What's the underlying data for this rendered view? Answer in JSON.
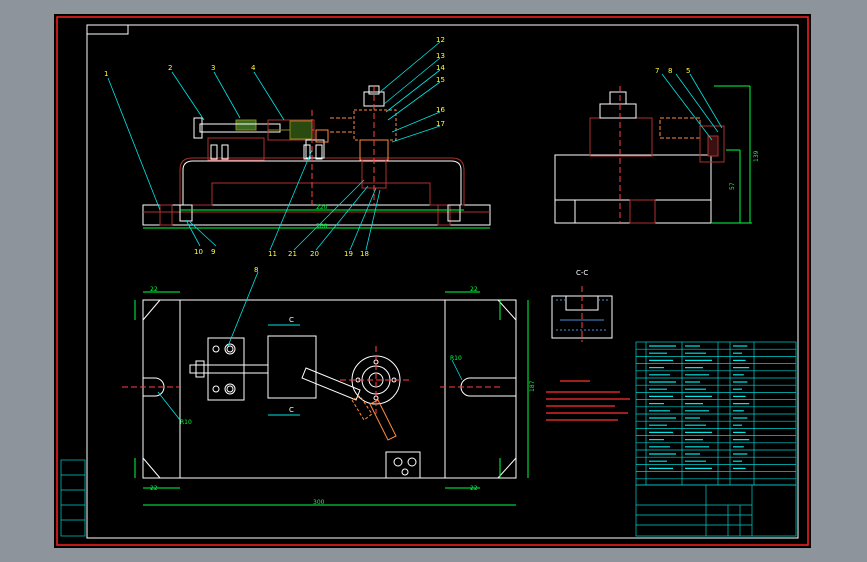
{
  "colors": {
    "frame": "#ff2020",
    "line": "#ffffff",
    "part": "#b03030",
    "leader": "#00e5e5",
    "dimension": "#00ff40",
    "label": "#ffff40",
    "center": "#ff4040",
    "hatch": "#4a90d8",
    "table": "#00d0d0",
    "notes": "#ff3030",
    "olive": "#8a8a20"
  },
  "balloons": {
    "b1": "1",
    "b2": "2",
    "b3": "3",
    "b4": "4",
    "b5": "5",
    "b7": "7",
    "b8": "8",
    "b8p": "8",
    "b9": "9",
    "b10": "10",
    "b11": "11",
    "b12": "12",
    "b13": "13",
    "b14": "14",
    "b15": "15",
    "b16": "16",
    "b17": "17",
    "b18": "18",
    "b19": "19",
    "b20": "20",
    "b21": "21"
  },
  "dimensions": {
    "front_overall": "300",
    "front_inner": "220",
    "side_height": "57",
    "side_total": "139",
    "plan_width": "300",
    "plan_height": "187",
    "plan_corner": "22",
    "plan_r": "R10",
    "section_label": "C-C",
    "section_mark": "C"
  }
}
